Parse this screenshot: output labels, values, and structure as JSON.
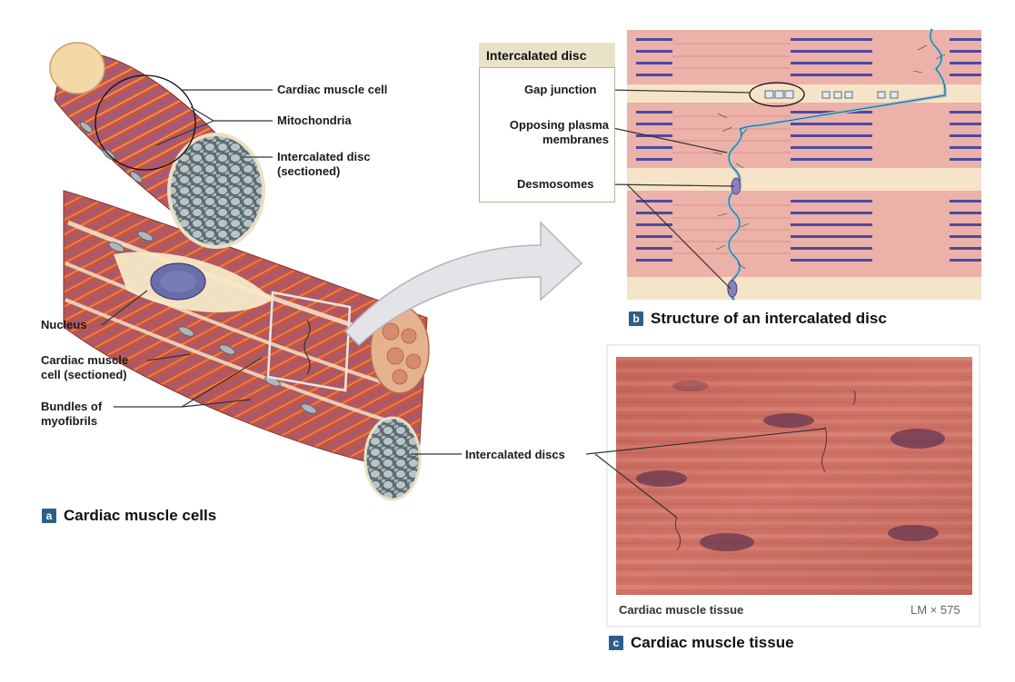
{
  "colors": {
    "accent": "#2e5f8a",
    "muscle": "#c8553d",
    "muscle_light": "#e8a08e",
    "cream": "#f6e8c8",
    "stripe": "#5a4aa0",
    "photo": "#c8665a"
  },
  "panel_a": {
    "badge": "a",
    "title": "Cardiac muscle cells",
    "labels": {
      "cardiac_muscle_cell": "Cardiac muscle cell",
      "mitochondria": "Mitochondria",
      "intercalated_disc_sectioned": "Intercalated disc (sectioned)",
      "nucleus": "Nucleus",
      "cardiac_muscle_cell_sectioned": "Cardiac muscle cell (sectioned)",
      "bundles_of_myofibrils": "Bundles of myofibrils",
      "intercalated_discs": "Intercalated discs"
    }
  },
  "panel_b": {
    "badge": "b",
    "title": "Structure of an intercalated disc",
    "box_header": "Intercalated disc",
    "labels": {
      "gap_junction": "Gap junction",
      "opposing_plasma_membranes": "Opposing plasma membranes",
      "desmosomes": "Desmosomes"
    }
  },
  "panel_c": {
    "badge": "c",
    "title": "Cardiac muscle tissue",
    "caption": "Cardiac muscle tissue",
    "magnification": "LM × 575"
  }
}
